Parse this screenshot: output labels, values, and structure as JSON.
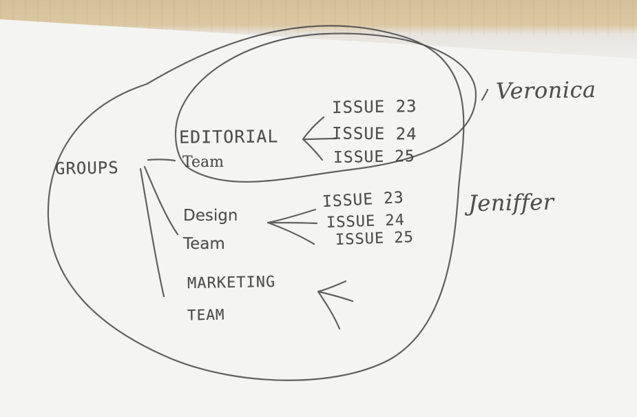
{
  "diagram": {
    "root": "GROUPS",
    "groups": [
      {
        "name_line1": "EDITORIAL",
        "name_line2": "Team",
        "issues": [
          "ISSUE 23",
          "ISSUE 24",
          "ISSUE 25"
        ]
      },
      {
        "name_line1": "Design",
        "name_line2": "Team",
        "issues": [
          "ISSUE 23",
          "ISSUE 24",
          "ISSUE 25"
        ]
      },
      {
        "name_line1": "MARKETING",
        "name_line2": "TEAM",
        "issues": []
      }
    ],
    "people": [
      "Veronica",
      "Jeniffer"
    ]
  }
}
